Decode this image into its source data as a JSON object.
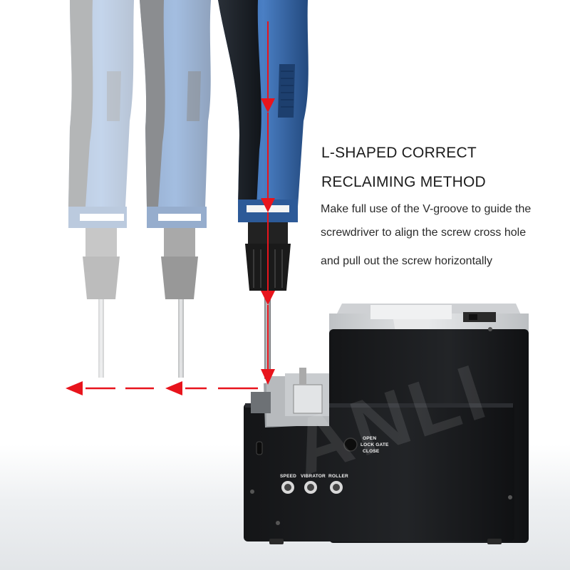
{
  "heading": {
    "line1": "L-SHAPED CORRECT",
    "line2": "RECLAIMING METHOD"
  },
  "description": {
    "line1": "Make full use of the V-groove to guide the",
    "line2": "screwdriver to align the screw cross hole",
    "line3": "and pull out the screw horizontally"
  },
  "panel_labels": {
    "open": "OPEN",
    "lock_gate": "LOCK GATE",
    "close": "CLOSE",
    "speed": "SPEED",
    "vibrator": "VIBRATOR",
    "roller": "ROLLER"
  },
  "watermark": "ANLI",
  "colors": {
    "arrow": "#e8141c",
    "screwdriver_blue": "#3f6fb0",
    "machine_body": "#1b1c1e",
    "machine_top": "#d5d7d9"
  }
}
